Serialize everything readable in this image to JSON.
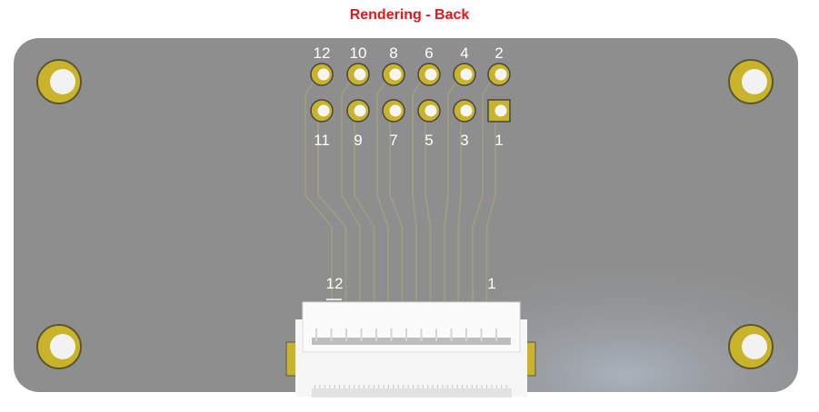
{
  "title": "Rendering - Back",
  "pins_top": [
    "12",
    "10",
    "8",
    "6",
    "4",
    "2"
  ],
  "pins_bottom": [
    "11",
    "9",
    "7",
    "5",
    "3",
    "1"
  ],
  "connector": {
    "left_label": "12",
    "right_label": "1"
  },
  "colors": {
    "title": "#e8141b",
    "board": "#8e8e8e",
    "copper": "#c9b32a",
    "connector": "#f4f4f4"
  }
}
